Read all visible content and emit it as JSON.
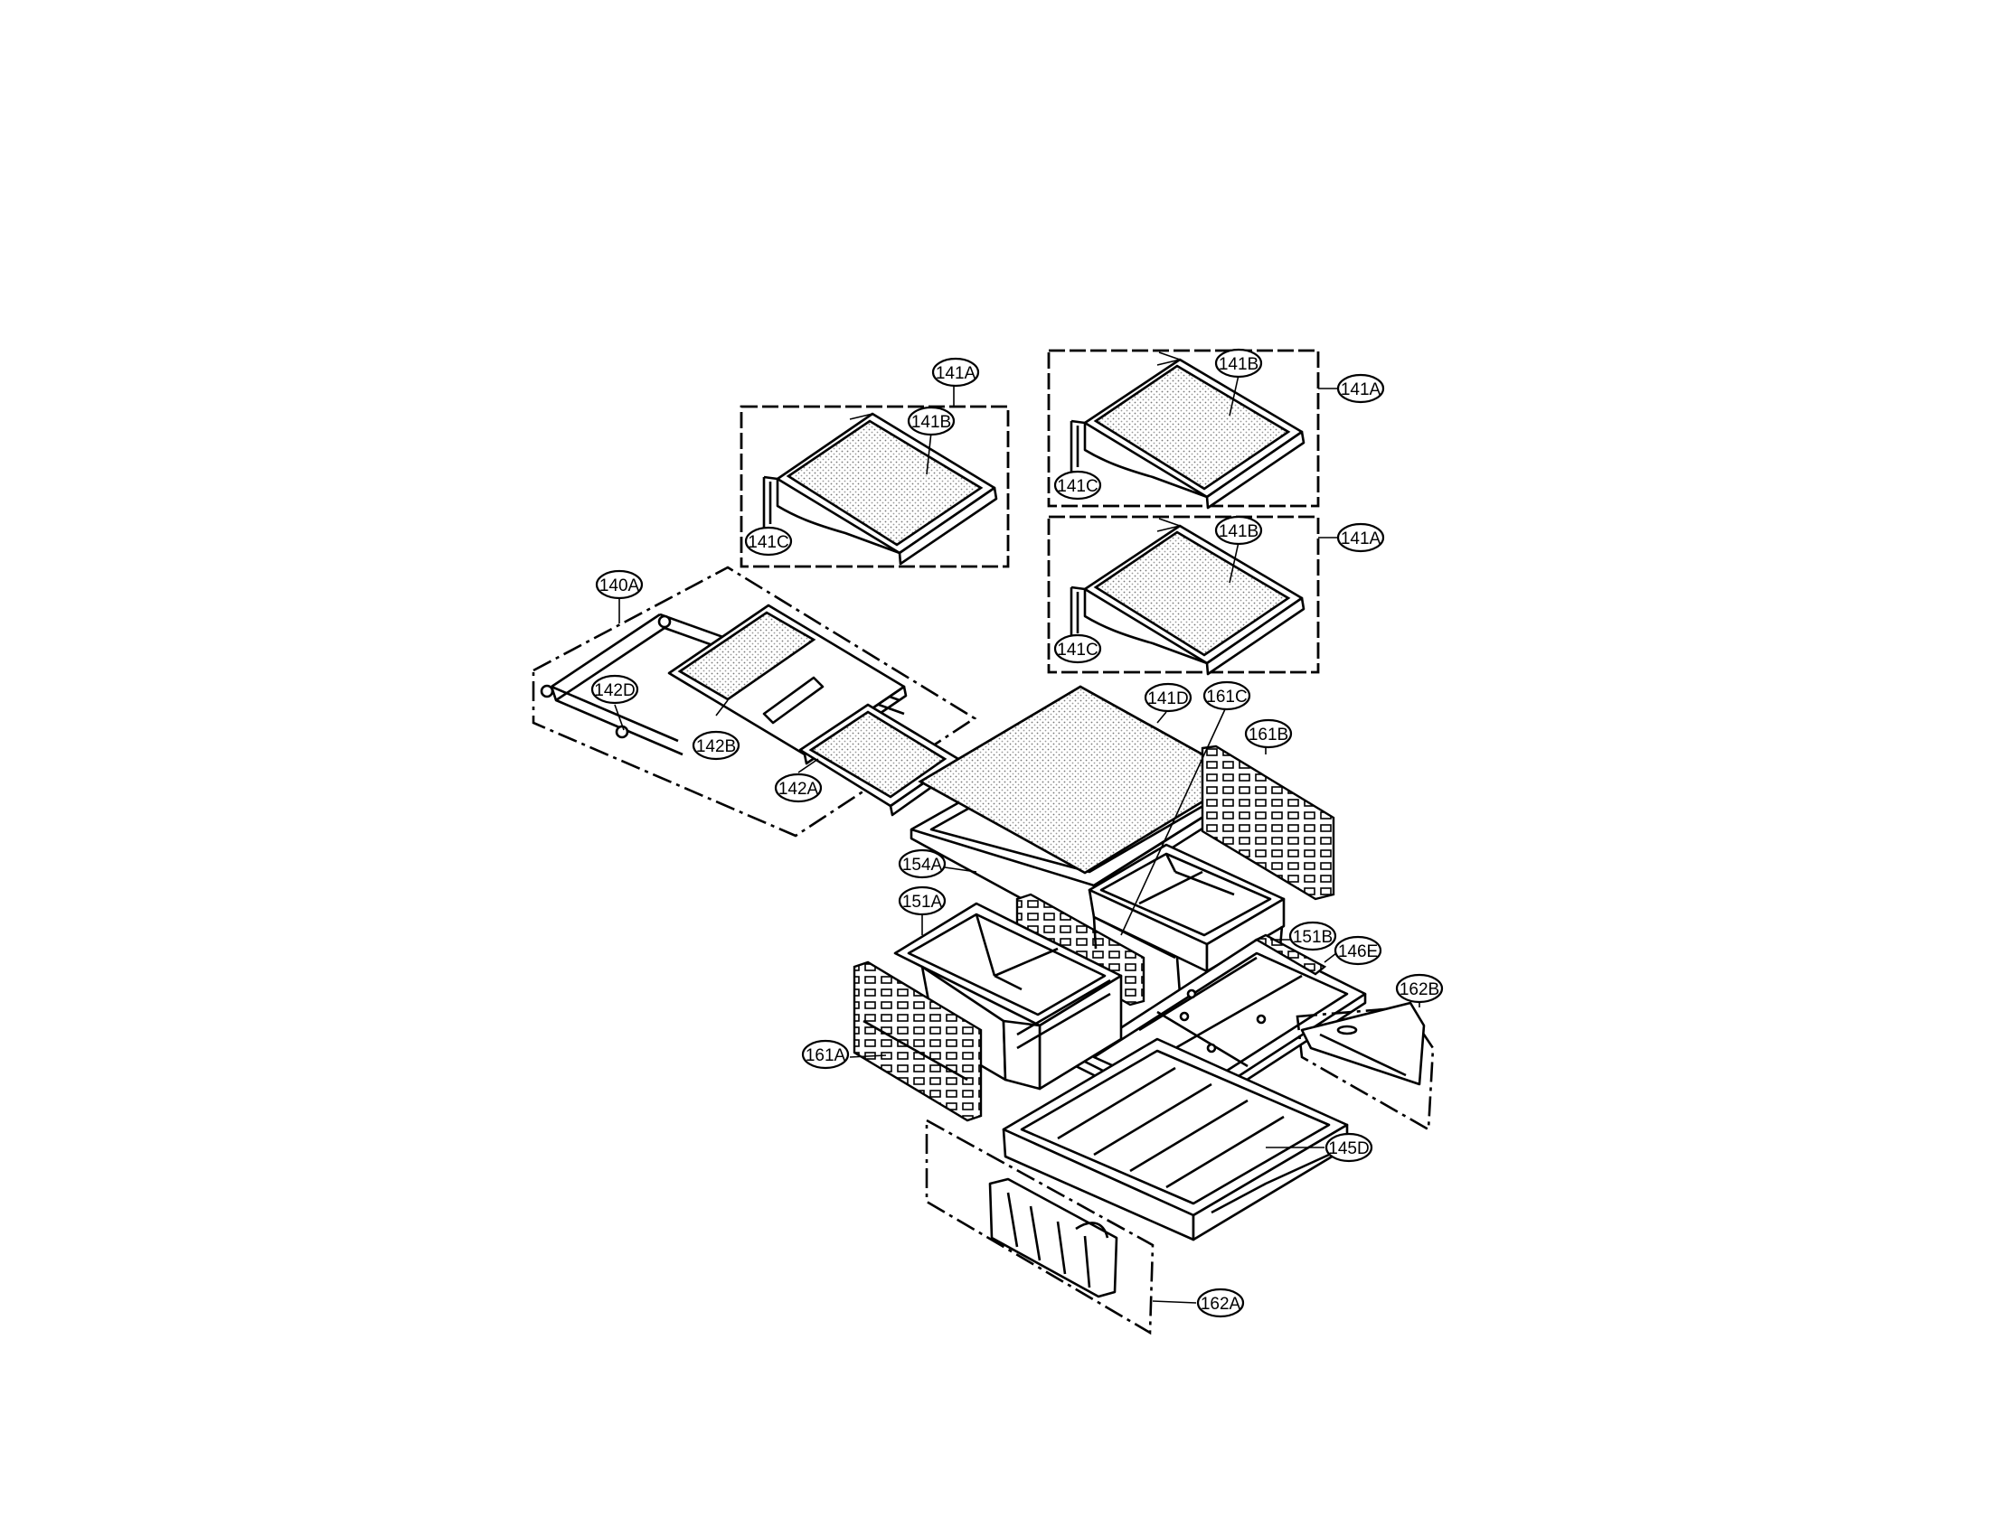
{
  "callouts": {
    "c141a_left": "141A",
    "c141b_left": "141B",
    "c141c_left": "141C",
    "c141a_top": "141A",
    "c141b_top": "141B",
    "c141c_top": "141C",
    "c141a_mid": "141A",
    "c141b_mid": "141B",
    "c141c_mid": "141C",
    "c140a": "140A",
    "c142d": "142D",
    "c142b": "142B",
    "c142a": "142A",
    "c141d": "141D",
    "c161c": "161C",
    "c161b": "161B",
    "c154a": "154A",
    "c151a": "151A",
    "c151b": "151B",
    "c146e": "146E",
    "c162b": "162B",
    "c161a": "161A",
    "c145d": "145D",
    "c162a": "162A"
  }
}
